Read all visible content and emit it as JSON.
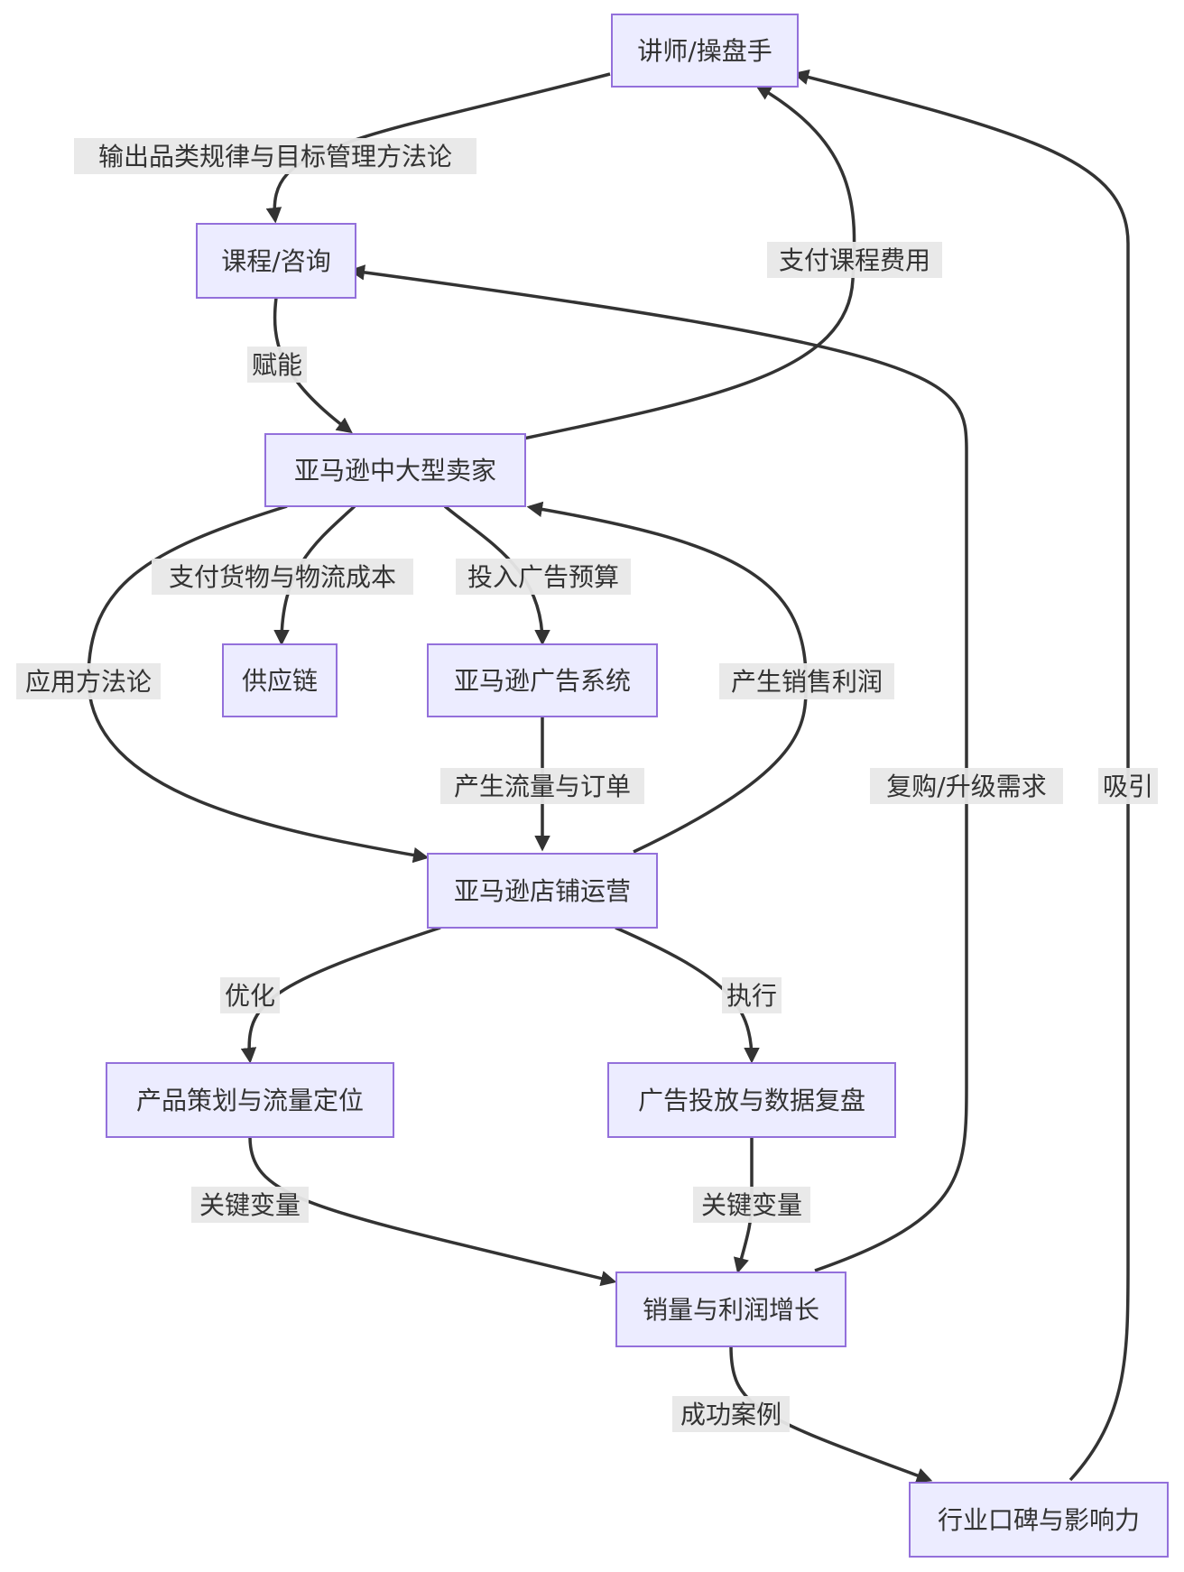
{
  "nodes": {
    "teacher": "讲师/操盘手",
    "course": "课程/咨询",
    "seller": "亚马逊中大型卖家",
    "supply": "供应链",
    "ads_system": "亚马逊广告系统",
    "store_ops": "亚马逊店铺运营",
    "product_plan": "产品策划与流量定位",
    "ad_review": "广告投放与数据复盘",
    "growth": "销量与利润增长",
    "reputation": "行业口碑与影响力"
  },
  "edges": {
    "teacher_course": "输出品类规律与目标管理方法论",
    "course_seller": "赋能",
    "seller_teacher": "支付课程费用",
    "seller_supply": "支付货物与物流成本",
    "seller_ads": "投入广告预算",
    "seller_store": "应用方法论",
    "store_seller": "产生销售利润",
    "ads_store": "产生流量与订单",
    "growth_course": "复购/升级需求",
    "reputation_teacher": "吸引",
    "store_product": "优化",
    "store_adreview": "执行",
    "product_growth": "关键变量",
    "adreview_growth": "关键变量",
    "growth_reputation": "成功案例"
  }
}
